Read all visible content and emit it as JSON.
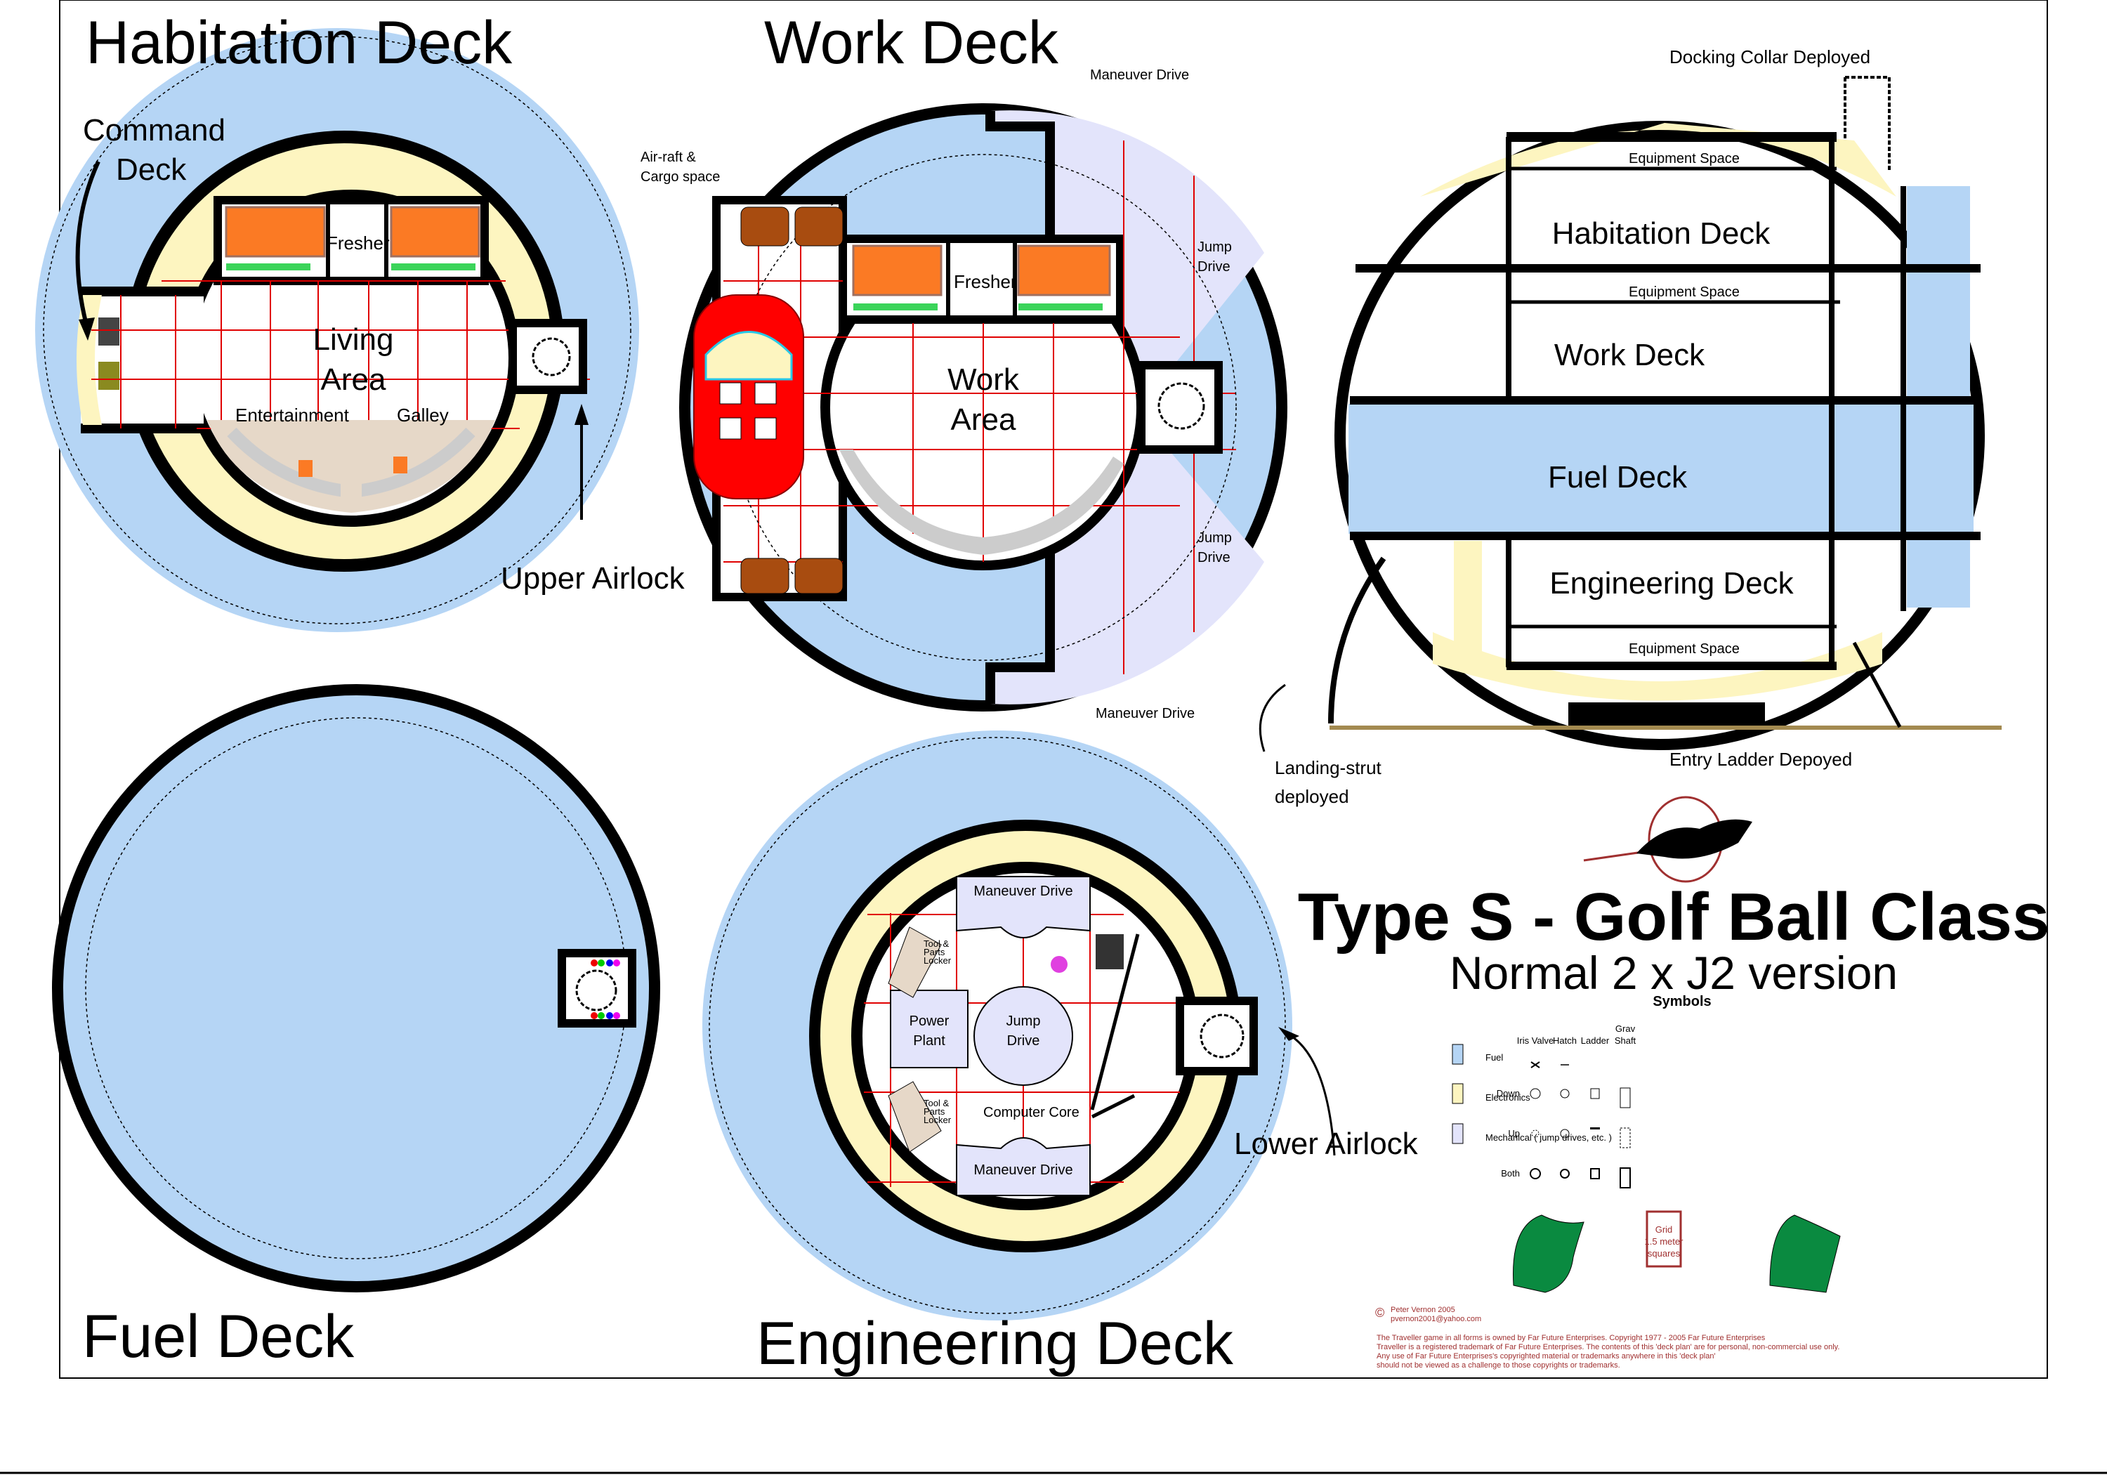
{
  "sheet": {
    "title": "Type S - Golf Ball Class",
    "subtitle": "Normal 2 x J2 version",
    "colors": {
      "fuel": "#b5d5f5",
      "electronics": "#fdf5c0",
      "mechanical": "#e3e4fb",
      "wall": "#000000",
      "grid": "#e00000",
      "bed": "#fb7a24",
      "airraft": "#ff0000",
      "crate": "#a84c10",
      "locker": "#e6d8c8",
      "ground": "#a38a50",
      "copyright": "#a03030"
    }
  },
  "decks": {
    "habitation": {
      "title": "Habitation Deck",
      "command_deck": [
        "Command",
        "Deck"
      ],
      "living_area": [
        "Living",
        "Area"
      ],
      "fresher": "Fresher",
      "entertainment": "Entertainment",
      "galley": "Galley",
      "upper_airlock": "Upper Airlock"
    },
    "work": {
      "title": "Work Deck",
      "air_raft": [
        "Air-raft &",
        "Cargo space"
      ],
      "maneuver_top": "Maneuver Drive",
      "maneuver_bottom": "Maneuver Drive",
      "jump_top": [
        "Jump",
        "Drive"
      ],
      "jump_bottom": [
        "Jump",
        "Drive"
      ],
      "fresher": "Fresher",
      "work_area": [
        "Work",
        "Area"
      ]
    },
    "fuel": {
      "title": "Fuel Deck"
    },
    "engineering": {
      "title": "Engineering Deck",
      "maneuver_top": "Maneuver Drive",
      "maneuver_bottom": "Maneuver Drive",
      "power_plant": [
        "Power",
        "Plant"
      ],
      "jump_drive": [
        "Jump",
        "Drive"
      ],
      "tool_locker": [
        "Tool &",
        "Parts",
        "Locker"
      ],
      "computer_core": "Computer Core",
      "lower_airlock": "Lower Airlock"
    }
  },
  "cross_section": {
    "docking_collar": "Docking Collar Deployed",
    "equipment_space": "Equipment Space",
    "habitation": "Habitation Deck",
    "work": "Work Deck",
    "fuel": "Fuel Deck",
    "engineering": "Engineering Deck",
    "entry_ladder": "Entry Ladder Depoyed",
    "landing_strut": [
      "Landing-strut",
      "deployed"
    ]
  },
  "legend": {
    "heading": "Symbols",
    "areas": [
      {
        "label": "Fuel",
        "color": "#b5d5f5"
      },
      {
        "label": "Electronics",
        "color": "#fdf5c0"
      },
      {
        "label": "Mechanical ( jump drives, etc. )",
        "color": "#e3e4fb"
      }
    ],
    "columns": [
      "Iris Valve",
      "Hatch",
      "Ladder",
      "Grav Shaft"
    ],
    "grav_col": [
      "Grav",
      "Shaft"
    ],
    "rows": [
      "Down",
      "Up",
      "Both"
    ],
    "grid_note": [
      "Grid",
      "1.5 meter",
      "squares"
    ]
  },
  "credits": {
    "author": "Peter Vernon 2005",
    "email": "pvernon2001@yahoo.com",
    "copyright_symbol": "©",
    "lines": [
      "The Traveller game in all forms is owned by Far Future Enterprises. Copyright 1977 - 2005 Far Future Enterprises",
      "Traveller is a registered trademark of Far Future Enterprises. The contents of this 'deck plan' are for personal, non-commercial use only.",
      "Any use of Far Future Enterprises's copyrighted material or trademarks anywhere in this 'deck plan'",
      "should not be viewed as a challenge to those copyrights or trademarks."
    ]
  }
}
